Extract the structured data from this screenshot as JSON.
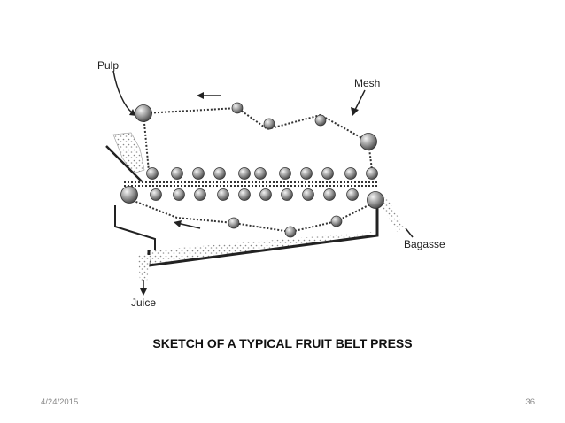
{
  "diagram": {
    "labels": {
      "pulp": "Pulp",
      "mesh": "Mesh",
      "bagasse": "Bagasse",
      "juice": "Juice"
    }
  },
  "caption": "SKETCH OF A TYPICAL FRUIT BELT PRESS",
  "footer": {
    "date": "4/24/2015",
    "page": "36"
  }
}
